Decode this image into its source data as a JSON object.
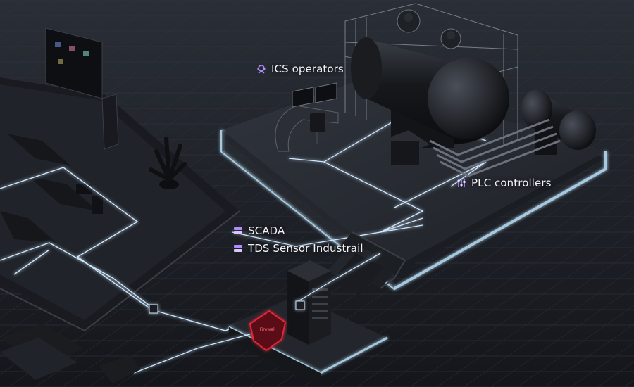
{
  "labels": {
    "ics_operators": "ICS operators",
    "plc_controllers": "PLC controllers",
    "scada": "SCADA",
    "tds_sensor": "TDS Sensor Industrail"
  },
  "firewall_badge": "Firewall",
  "colors": {
    "background": "#1b1e24",
    "platform_glow": "#bfe6ff",
    "network_line": "#cfe8ff",
    "firewall_red": "#e0283a",
    "icon_purple": "#b08cff",
    "label_text": "#f1f3f7"
  },
  "icons": {
    "ics_operators": "headset-operator-icon",
    "plc_controllers": "sliders-controller-icon",
    "scada": "server-stack-icon",
    "tds_sensor": "server-stack-icon"
  }
}
